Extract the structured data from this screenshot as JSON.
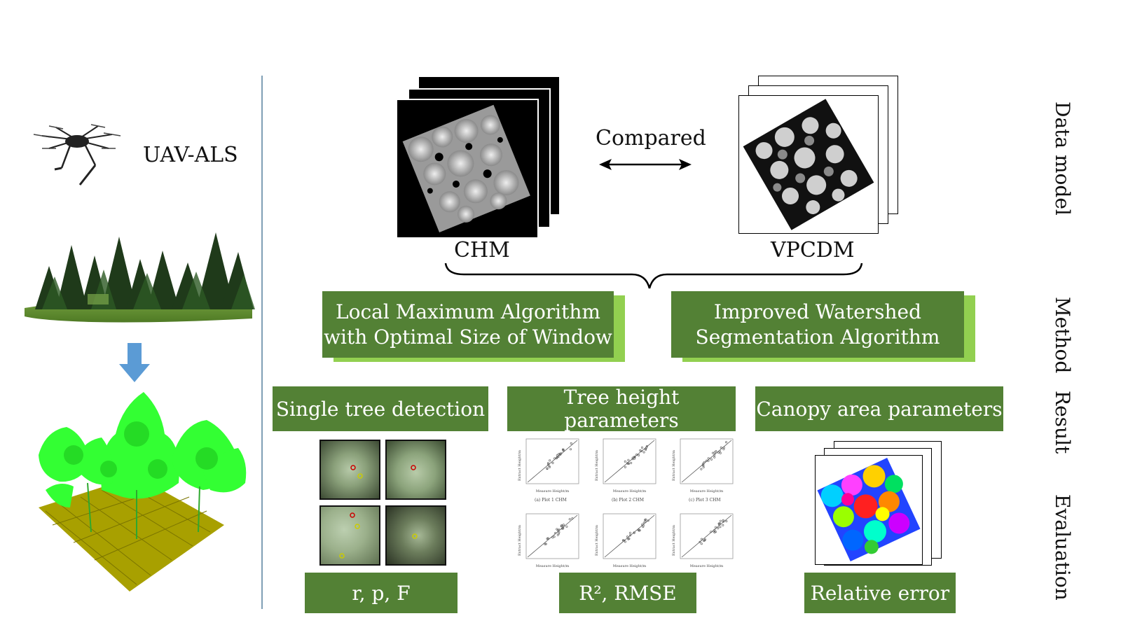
{
  "left": {
    "uav_label": "UAV-ALS"
  },
  "data_model": {
    "chm_label": "CHM",
    "vpcdm_label": "VPCDM",
    "compared_label": "Compared"
  },
  "methods": [
    {
      "line1": "Local Maximum Algorithm",
      "line2": "with Optimal Size of Window"
    },
    {
      "line1": "Improved Watershed",
      "line2": "Segmentation Algorithm"
    }
  ],
  "results": [
    "Single tree detection",
    "Tree height parameters",
    "Canopy area parameters"
  ],
  "evaluations": [
    "r, p, F",
    "R², RMSE",
    "Relative error"
  ],
  "stages": [
    "Data model",
    "Method",
    "Result",
    "Evaluation"
  ],
  "plots": {
    "captions": [
      "(a) Plot 1 CHM",
      "(b) Plot 2 CHM",
      "(c) Plot 3 CHM"
    ],
    "xlabel": "Measure Height/m",
    "ylabel": "Extract Height/m"
  },
  "colors": {
    "box_green": "#538135",
    "box_shadow": "#92d050",
    "arrow_blue": "#5b9bd5",
    "point_cloud_green": "#33ff33",
    "ground_olive": "#a8a000"
  }
}
